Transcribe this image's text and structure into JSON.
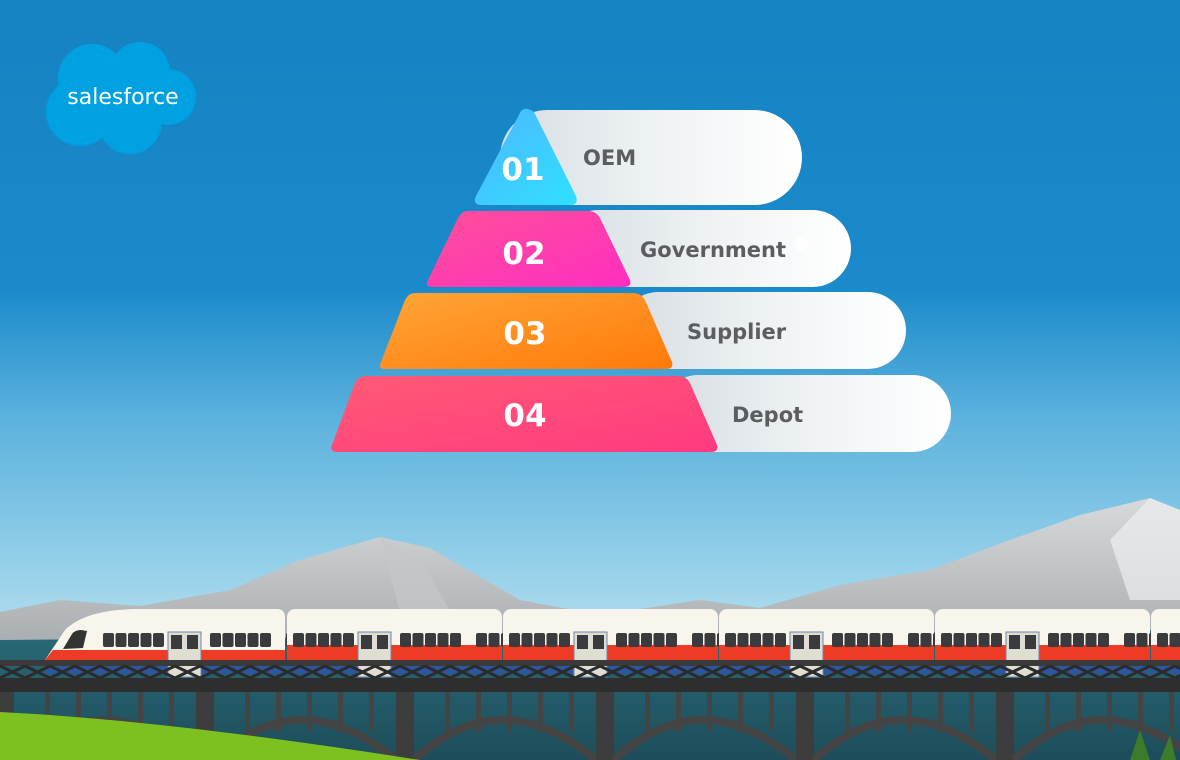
{
  "logo": {
    "text": "salesforce",
    "color": "#00a1e0"
  },
  "pyramid": {
    "tiers": [
      {
        "number": "01",
        "label": "OEM",
        "colors": [
          "#4fb6ff",
          "#2fe0ff"
        ]
      },
      {
        "number": "02",
        "label": "Government",
        "colors": [
          "#ff4f9a",
          "#ff2ec0"
        ]
      },
      {
        "number": "03",
        "label": "Supplier",
        "colors": [
          "#ffa537",
          "#ff7a0a"
        ]
      },
      {
        "number": "04",
        "label": "Depot",
        "colors": [
          "#ff5a75",
          "#ff3a80"
        ]
      }
    ]
  },
  "colors": {
    "sky_top": "#1583c2",
    "sky_bottom": "#b5e0f0",
    "train_stripe": "#ee3b26",
    "grass": "#7fc021"
  }
}
